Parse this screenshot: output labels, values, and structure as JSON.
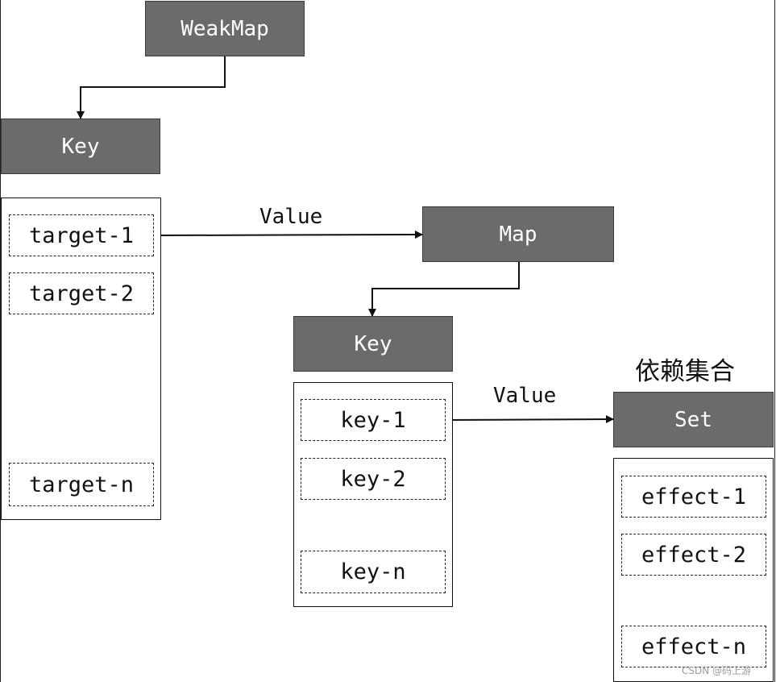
{
  "weakmap": {
    "title": "WeakMap",
    "key_header": "Key",
    "keys": [
      "target-1",
      "target-2",
      "target-n"
    ],
    "value_label": "Value"
  },
  "map": {
    "title": "Map",
    "key_header": "Key",
    "keys": [
      "key-1",
      "key-2",
      "key-n"
    ],
    "value_label": "Value"
  },
  "set": {
    "caption": "依赖集合",
    "title": "Set",
    "items": [
      "effect-1",
      "effect-2",
      "effect-n"
    ]
  },
  "watermark": "CSDN @码上游",
  "colors": {
    "box_fill": "#6b6b6b",
    "box_text": "#ffffff",
    "line": "#111111"
  }
}
